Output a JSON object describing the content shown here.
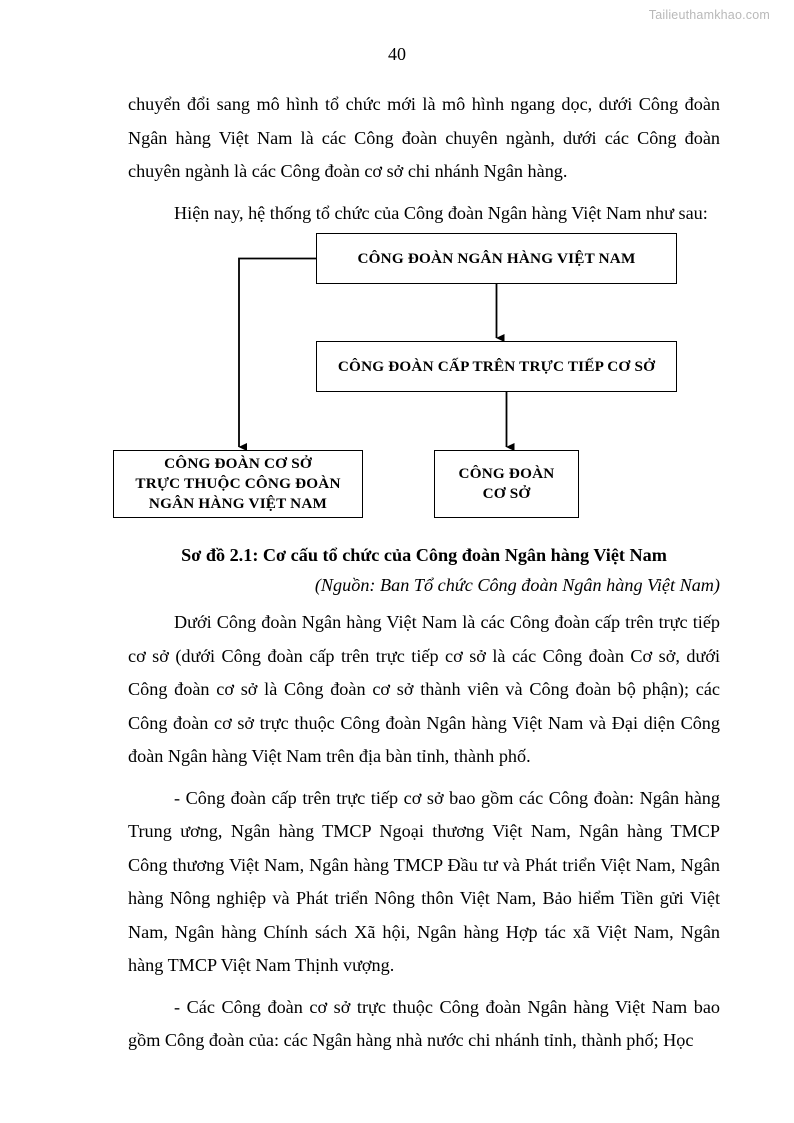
{
  "watermark": "Tailieuthamkhao.com",
  "page_number": "40",
  "paragraphs_top": [
    "chuyển đổi sang mô hình tổ chức mới là mô hình ngang dọc, dưới Công đoàn Ngân hàng Việt Nam là các Công đoàn chuyên ngành, dưới các Công đoàn chuyên ngành là các Công đoàn cơ sở chi nhánh Ngân hàng.",
    "Hiện nay, hệ thống tổ chức của Công đoàn Ngân hàng Việt Nam như sau:"
  ],
  "diagram": {
    "root_box": "CÔNG ĐOÀN NGÂN HÀNG VIỆT NAM",
    "upper_box": "CÔNG ĐOÀN CẤP TRÊN TRỰC TIẾP CƠ SỞ",
    "direct_box_lines": [
      "CÔNG ĐOÀN CƠ SỞ",
      "TRỰC THUỘC CÔNG ĐOÀN",
      "NGÂN HÀNG VIỆT NAM"
    ],
    "base_box_lines": [
      "CÔNG ĐOÀN",
      "CƠ SỞ"
    ],
    "line_color": "#000000"
  },
  "caption": {
    "title": "Sơ đồ 2.1: Cơ cấu tổ chức của Công đoàn Ngân hàng Việt Nam",
    "source": "(Nguồn: Ban Tổ chức Công đoàn Ngân hàng Việt Nam)"
  },
  "paragraphs_bottom": [
    "Dưới Công đoàn Ngân hàng Việt Nam là các Công đoàn cấp trên trực tiếp cơ sở (dưới Công đoàn cấp trên trực tiếp cơ sở là các Công đoàn Cơ sở, dưới Công đoàn cơ sở là Công đoàn cơ sở thành viên và Công đoàn bộ phận); các Công đoàn cơ sở trực thuộc Công đoàn Ngân hàng Việt Nam và Đại diện Công đoàn Ngân hàng Việt Nam trên địa bàn tỉnh, thành phố.",
    "- Công đoàn cấp trên trực tiếp cơ sở bao gồm các Công đoàn: Ngân hàng Trung ương, Ngân hàng TMCP Ngoại thương Việt Nam, Ngân hàng TMCP Công thương Việt Nam, Ngân hàng TMCP Đầu tư và Phát triển Việt Nam, Ngân hàng Nông nghiệp và Phát triển Nông thôn Việt Nam, Bảo hiểm Tiền gửi Việt Nam, Ngân hàng Chính sách Xã hội, Ngân hàng Hợp tác xã Việt Nam, Ngân hàng TMCP Việt Nam Thịnh vượng.",
    "- Các Công đoàn cơ sở trực thuộc Công đoàn Ngân hàng Việt Nam bao gồm Công đoàn của: các Ngân hàng nhà nước chi nhánh tỉnh, thành phố; Học"
  ]
}
